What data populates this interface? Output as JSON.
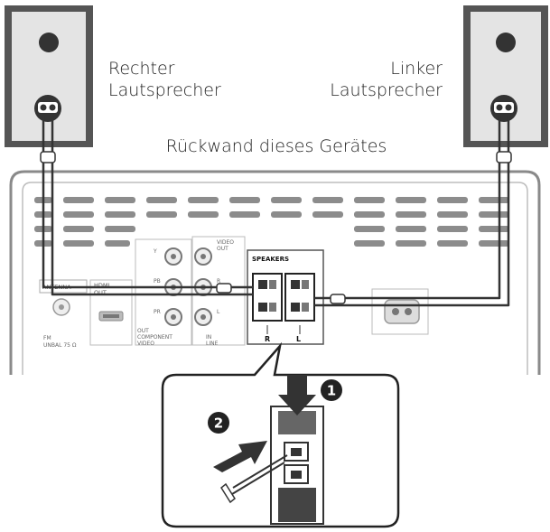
{
  "labels": {
    "right_speaker_line1": "Rechter",
    "right_speaker_line2": "Lautsprecher",
    "left_speaker_line1": "Linker",
    "left_speaker_line2": "Lautsprecher",
    "rear_panel": "Rückwand dieses Gerätes"
  },
  "panel": {
    "speakers": "SPEAKERS",
    "terminal_r": "R",
    "terminal_l": "L",
    "antenna": "ANTENNA",
    "hdmi_line1": "HDMI",
    "hdmi_line2": "OUT",
    "video_out_line1": "VIDEO",
    "video_out_line2": "OUT",
    "jack_y": "Y",
    "jack_pb": "PB",
    "jack_pr": "PR",
    "component_line1": "OUT",
    "component_line2": "COMPONENT",
    "component_line3": "VIDEO",
    "line_in_line1": "IN",
    "line_in_line2": "LINE",
    "jack_r": "R",
    "jack_l": "L",
    "fm_line1": "FM",
    "fm_line2": "UNBAL 75 Ω"
  },
  "steps": {
    "step1": "1",
    "step2": "2"
  },
  "colors": {
    "speaker_body": "#555555",
    "speaker_face": "#e4e4e4",
    "cable": "#333333",
    "panel_outline": "#8a8a8a"
  }
}
